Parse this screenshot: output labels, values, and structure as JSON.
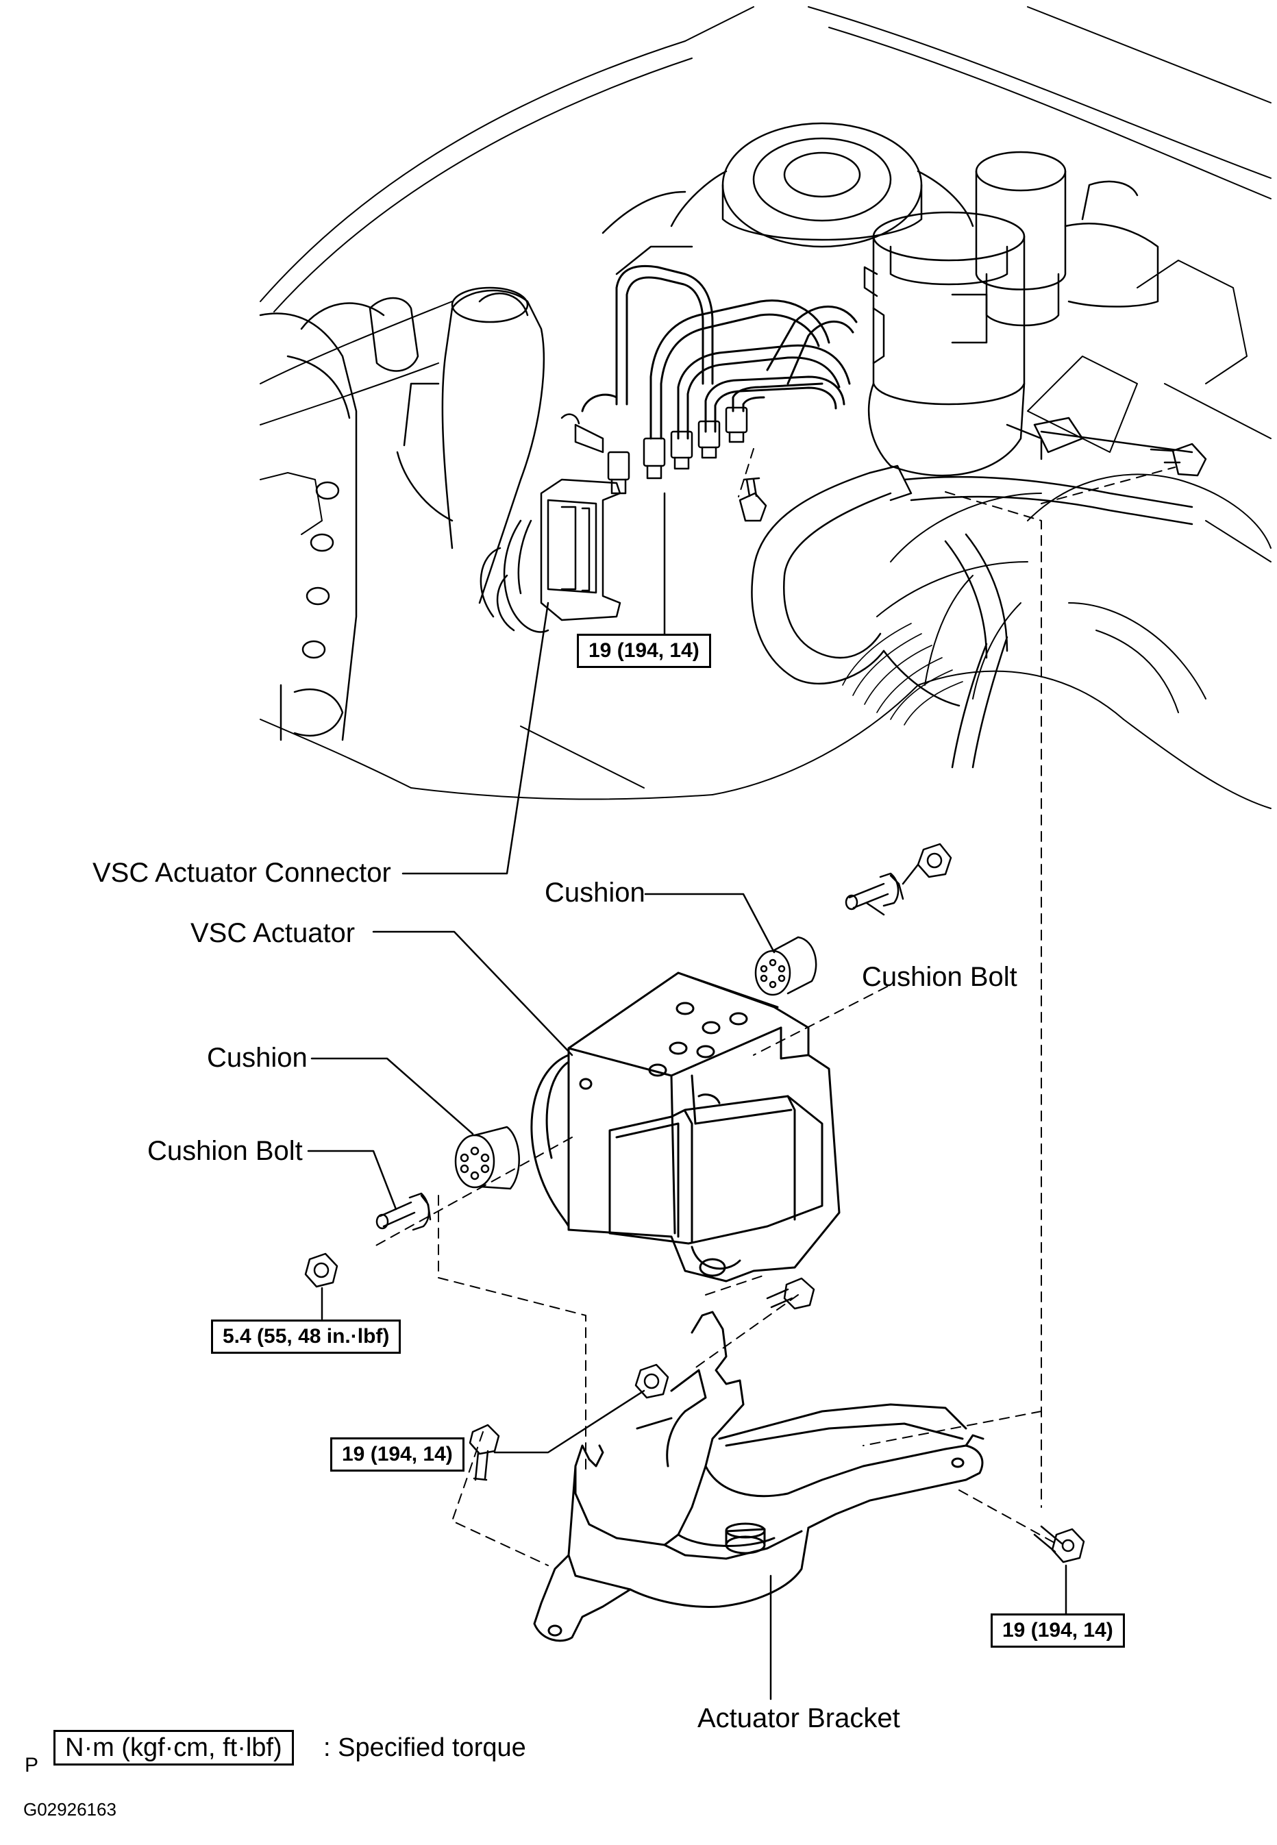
{
  "labels": {
    "vsc_actuator_connector": "VSC Actuator Connector",
    "vsc_actuator": "VSC Actuator",
    "cushion_upper": "Cushion",
    "cushion_bolt_upper": "Cushion Bolt",
    "cushion_lower": "Cushion",
    "cushion_bolt_lower": "Cushion Bolt",
    "actuator_bracket": "Actuator Bracket"
  },
  "torques": {
    "brake_lines": "19 (194, 14)",
    "cushion_nut": "5.4 (55, 48 in.·lbf)",
    "bracket_nut": "19 (194, 14)",
    "bracket_bolt": "19 (194, 14)"
  },
  "legend": {
    "prefix": "P",
    "units": "N·m (kgf·cm, ft·lbf)",
    "description": ": Specified torque"
  },
  "figure_code": "G02926163"
}
